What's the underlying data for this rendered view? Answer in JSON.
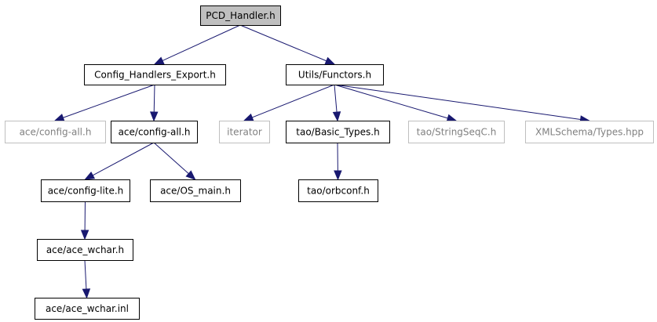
{
  "colors": {
    "edge": "#191970",
    "root_fill": "#bfbfbf",
    "node_border": "#000000",
    "dim_border": "#bfbfbf",
    "text": "#000000",
    "dim_text": "#808080"
  },
  "nodes": [
    {
      "id": "pcd",
      "label": "PCD_Handler.h",
      "style": "root"
    },
    {
      "id": "config_export",
      "label": "Config_Handlers_Export.h",
      "style": "normal"
    },
    {
      "id": "utils_functors",
      "label": "Utils/Functors.h",
      "style": "normal"
    },
    {
      "id": "config_all_dim",
      "label": "ace/config-all.h",
      "style": "dim"
    },
    {
      "id": "config_all",
      "label": "ace/config-all.h",
      "style": "normal"
    },
    {
      "id": "iterator",
      "label": "iterator",
      "style": "dim"
    },
    {
      "id": "tao_basic",
      "label": "tao/Basic_Types.h",
      "style": "normal"
    },
    {
      "id": "tao_stringseq",
      "label": "tao/StringSeqC.h",
      "style": "dim"
    },
    {
      "id": "xmlschema",
      "label": "XMLSchema/Types.hpp",
      "style": "dim"
    },
    {
      "id": "config_lite",
      "label": "ace/config-lite.h",
      "style": "normal"
    },
    {
      "id": "os_main",
      "label": "ace/OS_main.h",
      "style": "normal"
    },
    {
      "id": "tao_orbconf",
      "label": "tao/orbconf.h",
      "style": "normal"
    },
    {
      "id": "ace_wchar_h",
      "label": "ace/ace_wchar.h",
      "style": "normal"
    },
    {
      "id": "ace_wchar_inl",
      "label": "ace/ace_wchar.inl",
      "style": "normal"
    }
  ],
  "edges": [
    {
      "from": "pcd",
      "to": "config_export"
    },
    {
      "from": "pcd",
      "to": "utils_functors"
    },
    {
      "from": "config_export",
      "to": "config_all_dim"
    },
    {
      "from": "config_export",
      "to": "config_all"
    },
    {
      "from": "utils_functors",
      "to": "iterator"
    },
    {
      "from": "utils_functors",
      "to": "tao_basic"
    },
    {
      "from": "utils_functors",
      "to": "tao_stringseq"
    },
    {
      "from": "utils_functors",
      "to": "xmlschema"
    },
    {
      "from": "config_all",
      "to": "config_lite"
    },
    {
      "from": "config_all",
      "to": "os_main"
    },
    {
      "from": "tao_basic",
      "to": "tao_orbconf"
    },
    {
      "from": "config_lite",
      "to": "ace_wchar_h"
    },
    {
      "from": "ace_wchar_h",
      "to": "ace_wchar_inl"
    }
  ]
}
